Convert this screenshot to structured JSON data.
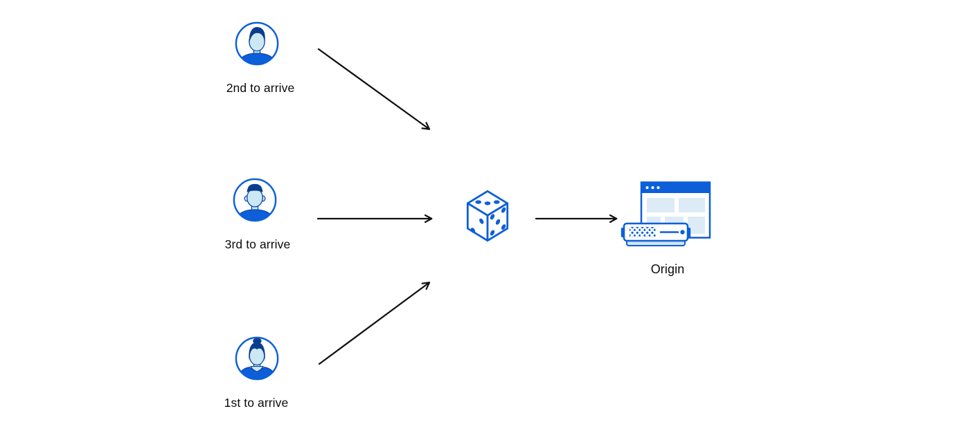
{
  "diagram_type": "request-randomization-flow",
  "colors": {
    "accent": "#0c5fd9",
    "navy": "#0a3d8f",
    "ink": "#0b4aa6",
    "face": "#cde8f5",
    "panel": "#ddebf7",
    "tray": "#cfe4f6",
    "arrow": "#111111",
    "label": "#0b0b0c"
  },
  "nodes": {
    "visitor_second": {
      "label": "2nd to arrive",
      "icon": "male-avatar-icon"
    },
    "visitor_third": {
      "label": "3rd to arrive",
      "icon": "male-avatar-flattop-icon"
    },
    "visitor_first": {
      "label": "1st to arrive",
      "icon": "female-avatar-icon"
    },
    "randomizer": {
      "label": "",
      "icon": "dice-icon"
    },
    "origin": {
      "label": "Origin",
      "icon": "origin-server-icon"
    }
  },
  "edges": [
    {
      "from": "visitor_second",
      "to": "randomizer"
    },
    {
      "from": "visitor_third",
      "to": "randomizer"
    },
    {
      "from": "visitor_first",
      "to": "randomizer"
    },
    {
      "from": "randomizer",
      "to": "origin"
    }
  ]
}
